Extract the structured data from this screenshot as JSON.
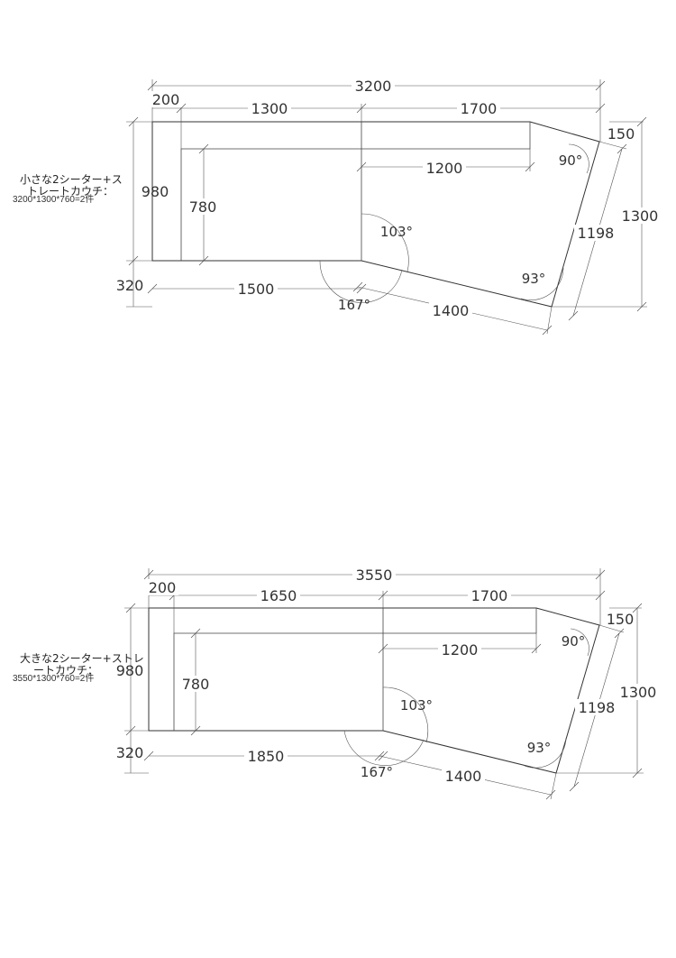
{
  "plans": [
    {
      "caption_line1": "小さな2シーター+ス",
      "caption_line2": "トレートカウチ：",
      "size_note": "3200*1300*760=2件",
      "dims": {
        "overall": "3200",
        "left_arm": "200",
        "seat": "1300",
        "top_right": "1700",
        "inner_back": "1200",
        "depth_left": "980",
        "inner_depth": "780",
        "arm_depth": "320",
        "front": "1500",
        "chaise_front": "1400",
        "chaise_side": "1198",
        "chaise_end": "150",
        "overall_depth": "1300"
      },
      "angles": {
        "a90": "90°",
        "a103": "103°",
        "a93": "93°",
        "a167": "167°"
      }
    },
    {
      "caption_line1": "大きな2シーター+ストレ",
      "caption_line2": "ートカウチ：",
      "size_note": "3550*1300*760=2件",
      "dims": {
        "overall": "3550",
        "left_arm": "200",
        "seat": "1650",
        "top_right": "1700",
        "inner_back": "1200",
        "depth_left": "980",
        "inner_depth": "780",
        "arm_depth": "320",
        "front": "1850",
        "chaise_front": "1400",
        "chaise_side": "1198",
        "chaise_end": "150",
        "overall_depth": "1300"
      },
      "angles": {
        "a90": "90°",
        "a103": "103°",
        "a93": "93°",
        "a167": "167°"
      }
    }
  ]
}
